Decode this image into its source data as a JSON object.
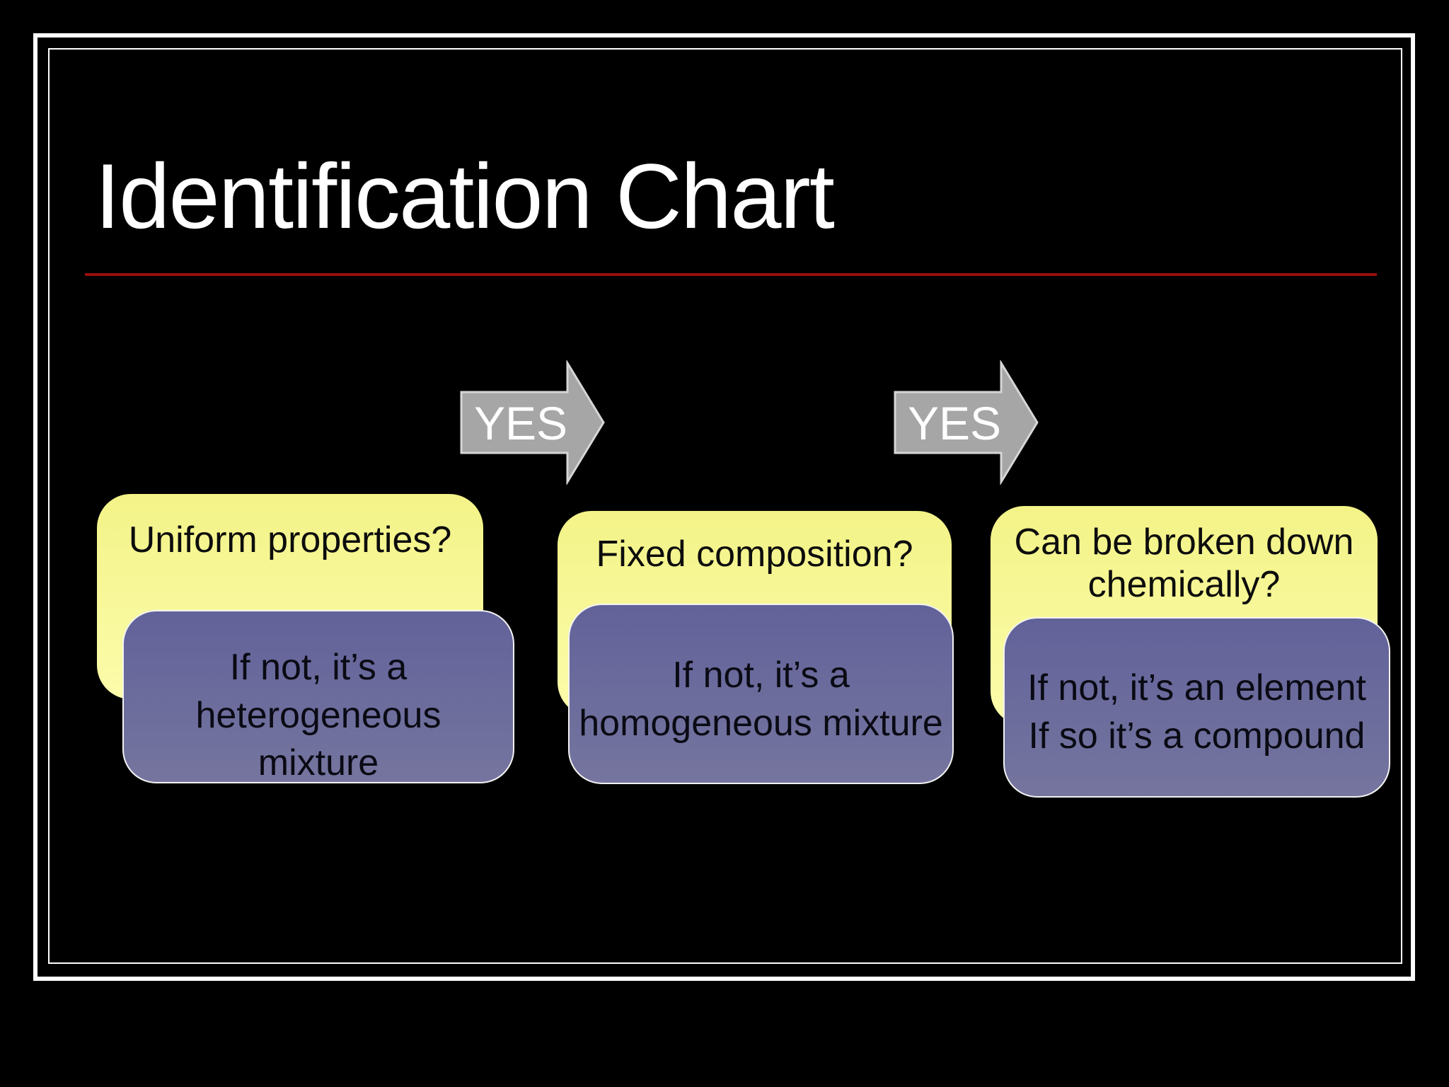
{
  "slide": {
    "title": "Identification Chart",
    "colors": {
      "background": "#000000",
      "frame": "#ffffff",
      "divider": "#9b0e0e",
      "question_box_fill": "#f7f79a",
      "answer_box_fill": "#6c6c9d",
      "answer_box_outline": "#f2f2f2",
      "arrow_fill": "#a6a6a6",
      "arrow_outline": "#d6d6d6",
      "title_text": "#ffffff",
      "box_text": "#0d0d0d",
      "arrow_text": "#ffffff"
    },
    "flow": {
      "arrows": [
        {
          "label": "YES"
        },
        {
          "label": "YES"
        }
      ],
      "steps": [
        {
          "question": "Uniform properties?",
          "answer": "If not, it’s a\nheterogeneous\nmixture"
        },
        {
          "question": "Fixed composition?",
          "answer": "If not, it’s a\nhomogeneous mixture"
        },
        {
          "question": "Can be broken down\nchemically?",
          "answer": "If not, it’s an element\nIf so it’s a compound"
        }
      ]
    }
  }
}
